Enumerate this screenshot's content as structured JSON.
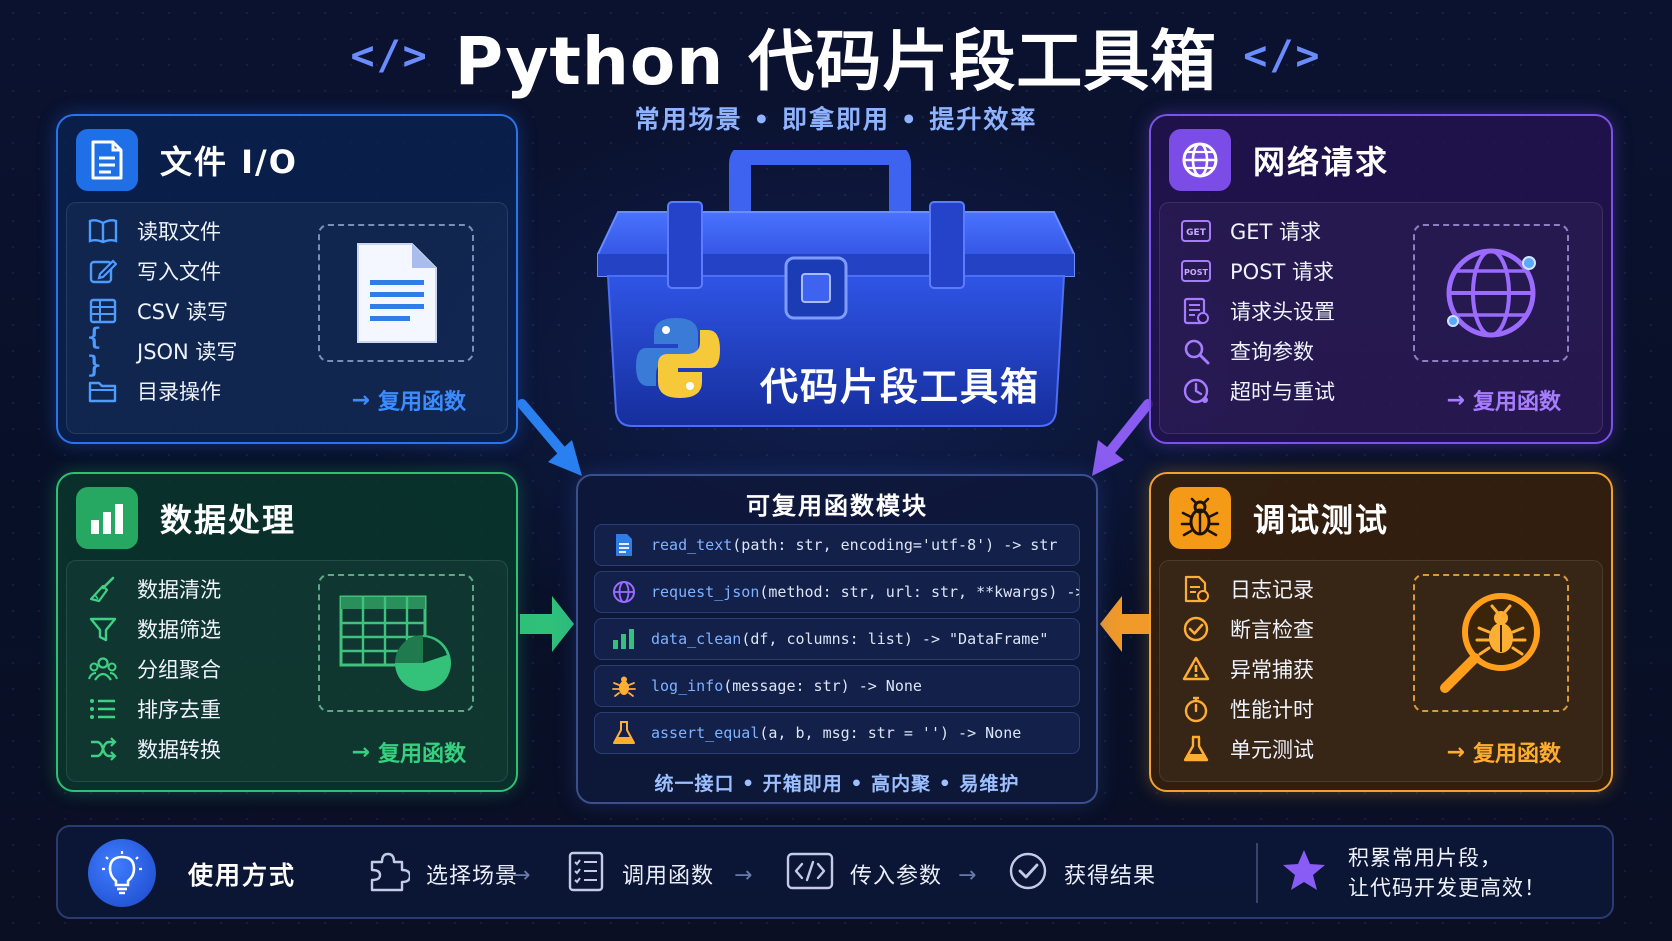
{
  "header": {
    "code_mark_left": "</>",
    "title": "Python 代码片段工具箱",
    "code_mark_right": "</>",
    "subtitle": "常用场景 • 即拿即用 • 提升效率"
  },
  "colors": {
    "file": "#2a73e8",
    "network": "#7d52e8",
    "data": "#2fbf72",
    "debug": "#f0a22c",
    "python_blue": "#3b7bd8",
    "python_yellow": "#f6c93b"
  },
  "panels": {
    "file": {
      "title": "文件 I/O",
      "icon": "document-icon",
      "items": [
        {
          "label": "读取文件",
          "icon": "book-icon"
        },
        {
          "label": "写入文件",
          "icon": "edit-icon"
        },
        {
          "label": "CSV 读写",
          "icon": "table-icon"
        },
        {
          "label": "JSON 读写",
          "icon": "braces-icon"
        },
        {
          "label": "目录操作",
          "icon": "folder-icon"
        }
      ],
      "reuse": "复用函数"
    },
    "network": {
      "title": "网络请求",
      "icon": "globe-icon",
      "items": [
        {
          "label": "GET 请求",
          "icon": "get-icon",
          "badge": "GET"
        },
        {
          "label": "POST 请求",
          "icon": "post-icon",
          "badge": "POST"
        },
        {
          "label": "请求头设置",
          "icon": "header-list-icon"
        },
        {
          "label": "查询参数",
          "icon": "search-icon"
        },
        {
          "label": "超时与重试",
          "icon": "clock-icon"
        }
      ],
      "reuse": "复用函数"
    },
    "data": {
      "title": "数据处理",
      "icon": "bar-chart-icon",
      "items": [
        {
          "label": "数据清洗",
          "icon": "broom-icon"
        },
        {
          "label": "数据筛选",
          "icon": "filter-icon"
        },
        {
          "label": "分组聚合",
          "icon": "group-icon"
        },
        {
          "label": "排序去重",
          "icon": "list-icon"
        },
        {
          "label": "数据转换",
          "icon": "shuffle-icon"
        }
      ],
      "reuse": "复用函数"
    },
    "debug": {
      "title": "调试测试",
      "icon": "bug-icon",
      "items": [
        {
          "label": "日志记录",
          "icon": "log-file-icon"
        },
        {
          "label": "断言检查",
          "icon": "check-circle-icon"
        },
        {
          "label": "异常捕获",
          "icon": "warning-icon"
        },
        {
          "label": "性能计时",
          "icon": "stopwatch-icon"
        },
        {
          "label": "单元测试",
          "icon": "flask-icon"
        }
      ],
      "reuse": "复用函数"
    }
  },
  "toolbox": {
    "label": "代码片段工具箱",
    "icon": "python-logo-icon"
  },
  "module": {
    "title": "可复用函数模块",
    "functions": [
      {
        "name": "read_text",
        "signature": "(path: str, encoding='utf-8') -> str",
        "icon": "document-icon"
      },
      {
        "name": "request_json",
        "signature": "(method: str, url: str, **kwargs) -> dict",
        "icon": "globe-icon"
      },
      {
        "name": "data_clean",
        "signature": "(df, columns: list) -> \"DataFrame\"",
        "icon": "bar-chart-icon"
      },
      {
        "name": "log_info",
        "signature": "(message: str) -> None",
        "icon": "bug-icon"
      },
      {
        "name": "assert_equal",
        "signature": "(a, b, msg: str = '') -> None",
        "icon": "flask-icon"
      }
    ],
    "footer": "统一接口 • 开箱即用 • 高内聚 • 易维护"
  },
  "usage": {
    "title": "使用方式",
    "steps": [
      {
        "label": "选择场景",
        "icon": "puzzle-icon"
      },
      {
        "label": "调用函数",
        "icon": "checklist-icon"
      },
      {
        "label": "传入参数",
        "icon": "code-icon"
      },
      {
        "label": "获得结果",
        "icon": "check-circle-icon"
      }
    ],
    "arrow": "→",
    "slogan_line1": "积累常用片段，",
    "slogan_line2": "让代码开发更高效！"
  }
}
